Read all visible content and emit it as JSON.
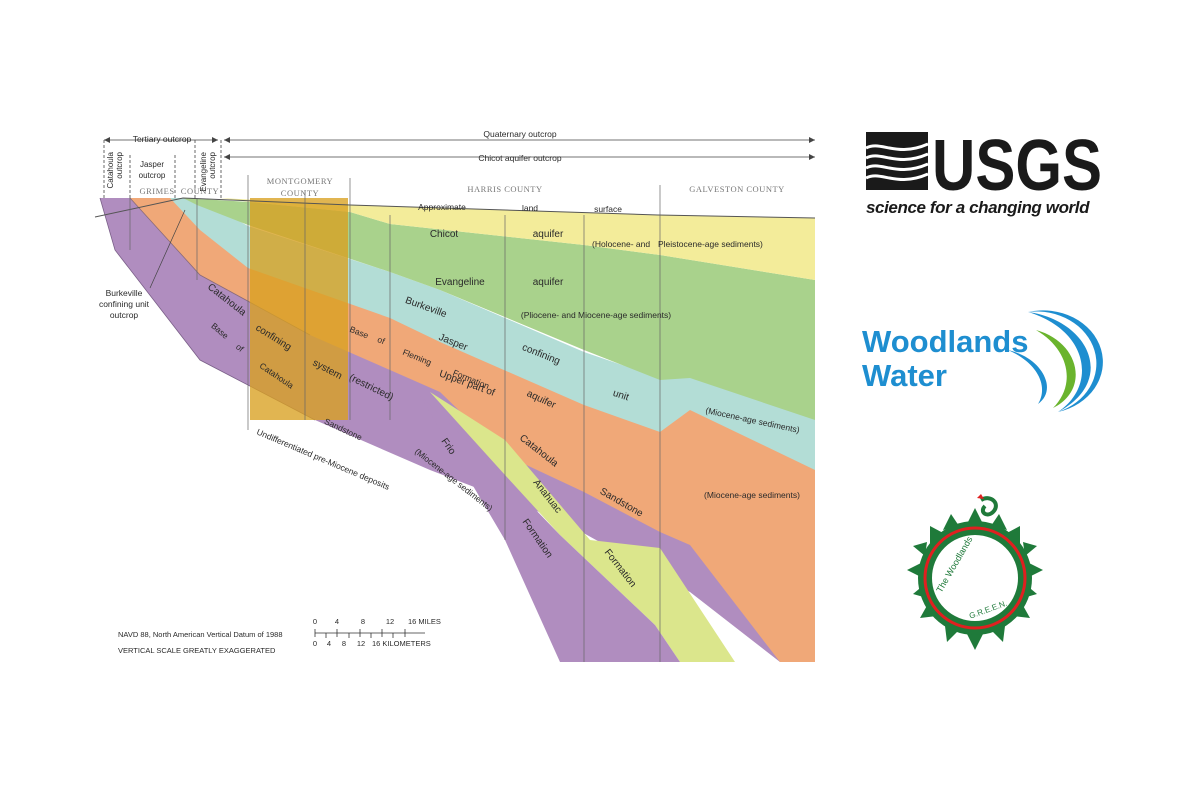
{
  "diagram": {
    "header_labels": {
      "tertiary": "Tertiary outcrop",
      "quaternary": "Quaternary outcrop",
      "chicot_outcrop": "Chicot aquifer outcrop",
      "catahoula_outcrop": [
        "Catahoula",
        "outcrop"
      ],
      "jasper_outcrop": [
        "Jasper",
        "outcrop"
      ],
      "evangeline_outcrop": [
        "Evangeline",
        "outcrop"
      ]
    },
    "counties": {
      "grimes": "GRIMES",
      "county": "COUNTY",
      "montgomery": [
        "MONTGOMERY",
        "COUNTY"
      ],
      "harris": "HARRIS COUNTY",
      "galveston": "GALVESTON COUNTY"
    },
    "surface": [
      "Approximate",
      "land",
      "surface"
    ],
    "units": {
      "chicot": [
        "Chicot",
        "aquifer"
      ],
      "holocene": [
        "(Holocene- and",
        "Pleistocene-age sediments)"
      ],
      "evangeline": [
        "Evangeline",
        "aquifer"
      ],
      "pliocene": "(Pliocene- and Miocene-age sediments)",
      "burkeville": [
        "Burkeville",
        "confining",
        "unit"
      ],
      "miocene_confining": "(Miocene-age sediments)",
      "jasper": [
        "Jasper",
        "aquifer"
      ],
      "fleming": [
        "Fleming",
        "Formation"
      ],
      "miocene_jasper": "(Miocene-age sediments)",
      "catahoula_confining": [
        "Catahoula",
        "confining",
        "system",
        "(restricted)"
      ],
      "base_of": [
        "Base",
        "of"
      ],
      "base_of_catahoula": [
        "Base",
        "of",
        "Catahoula"
      ],
      "upper_part": "Upper part of",
      "catahoula_sandstone": [
        "Catahoula",
        "Sandstone"
      ],
      "sandstone": "Sandstone",
      "frio": [
        "Frio",
        "(Miocene-age sediments)"
      ],
      "formation": "Formation",
      "anahuac": [
        "Anahuac",
        "Formation"
      ],
      "pre_miocene": "Undifferentiated pre-Miocene deposits",
      "burkeville_outcrop": [
        "Burkeville",
        "confining unit",
        "outcrop"
      ]
    },
    "datum": "NAVD 88, North American Vertical Datum of 1988",
    "vertical_scale": "VERTICAL SCALE GREATLY EXAGGERATED",
    "scale_miles": [
      "0",
      "4",
      "8",
      "12",
      "16 MILES"
    ],
    "scale_km": [
      "0",
      "4",
      "8",
      "12",
      "16 KILOMETERS"
    ],
    "colors": {
      "chicot": "#f3ec9a",
      "evangeline": "#a9d28c",
      "burkeville": "#b3ddd6",
      "jasper": "#f0a878",
      "catahoula": "#b08dbf",
      "anahuac": "#dbe68c",
      "highlight": "#d8a020"
    }
  },
  "logos": {
    "usgs": {
      "name": "USGS",
      "tagline": "science for a changing world"
    },
    "woodlands_water": {
      "line1": "Woodlands",
      "line2": "Water"
    },
    "green": {
      "line1": "The Woodlands",
      "line2": "G.R.E.E.N."
    }
  }
}
